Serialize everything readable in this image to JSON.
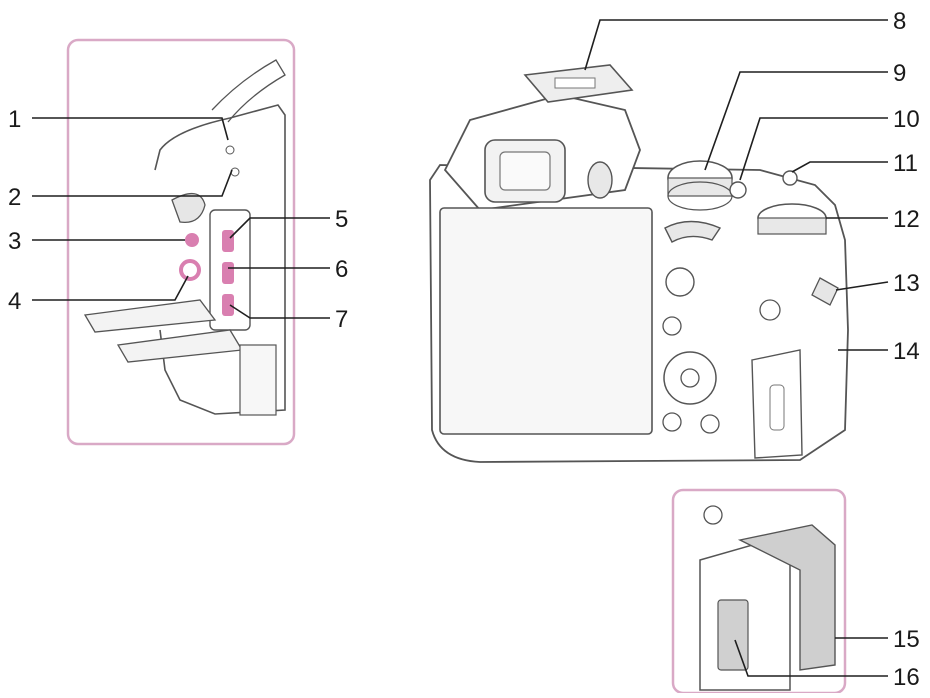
{
  "colors": {
    "leader": "#1f1f1f",
    "frame": "#d9a9c6",
    "highlight": "#d97fb0",
    "body_outline": "#555555",
    "body_fill": "#ffffff",
    "screen_fill": "#f7f7f7",
    "card_door_fill": "#cfcfcf"
  },
  "callouts": [
    {
      "id": "1",
      "label": "1"
    },
    {
      "id": "2",
      "label": "2"
    },
    {
      "id": "3",
      "label": "3"
    },
    {
      "id": "4",
      "label": "4"
    },
    {
      "id": "5",
      "label": "5"
    },
    {
      "id": "6",
      "label": "6"
    },
    {
      "id": "7",
      "label": "7"
    },
    {
      "id": "8",
      "label": "8"
    },
    {
      "id": "9",
      "label": "9"
    },
    {
      "id": "10",
      "label": "10"
    },
    {
      "id": "11",
      "label": "11"
    },
    {
      "id": "12",
      "label": "12"
    },
    {
      "id": "13",
      "label": "13"
    },
    {
      "id": "14",
      "label": "14"
    },
    {
      "id": "15",
      "label": "15"
    },
    {
      "id": "16",
      "label": "16"
    }
  ],
  "icons": [
    "camera-rear-body-illustration",
    "side-terminals-detail-illustration",
    "memory-card-slot-detail-illustration"
  ]
}
